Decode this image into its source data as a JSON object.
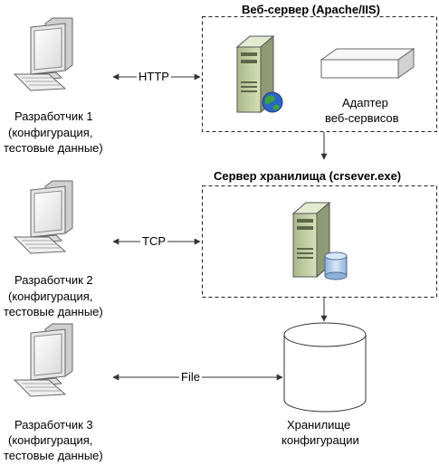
{
  "web_server": {
    "title": "Веб-сервер (Apache/IIS)",
    "adapter_label_1": "Адаптер",
    "adapter_label_2": "веб-сервисов"
  },
  "storage_server": {
    "title": "Сервер хранилища (crsever.exe)"
  },
  "storage": {
    "label_1": "Хранилище",
    "label_2": "конфигурации"
  },
  "developers": [
    {
      "name": "Разработчик 1",
      "line2": "(конфигурация,",
      "line3": "тестовые данные)"
    },
    {
      "name": "Разработчик 2",
      "line2": "(конфигурация,",
      "line3": "тестовые данные)"
    },
    {
      "name": "Разработчик 3",
      "line2": "(конфигурация,",
      "line3": "тестовые данные)"
    }
  ],
  "connections": [
    "HTTP",
    "TCP",
    "File"
  ]
}
